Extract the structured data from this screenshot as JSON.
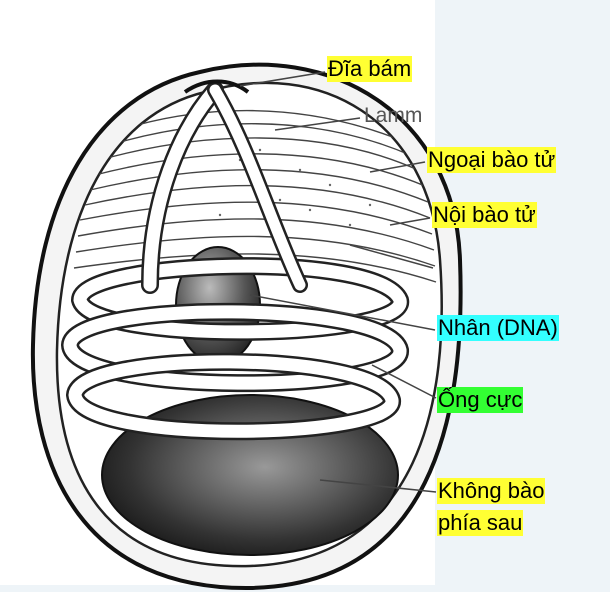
{
  "labels": {
    "dia_bam": "Đĩa bám",
    "lamm": "Lamm",
    "ngoai_bao_tu": "Ngoại bào tử",
    "noi_bao_tu": "Nội bào tử",
    "nhan": "Nhân (DNA)",
    "ong_cuc": "Ống cực",
    "khong_bao_line1": "Không bào",
    "khong_bao_line2": "phía sau"
  },
  "colors": {
    "highlight_yellow": "#ffff33",
    "highlight_cyan": "#33ffff",
    "highlight_green": "#33ff33",
    "panel_bg": "#eef4f8"
  }
}
